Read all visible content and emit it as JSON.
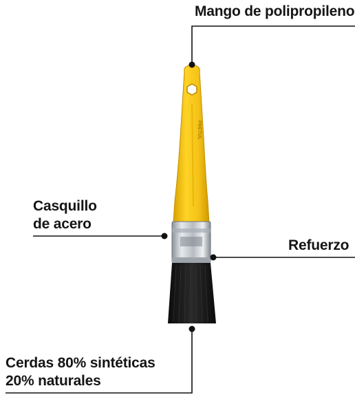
{
  "callouts": {
    "mango": "Mango de polipropileno",
    "casquillo": [
      "Casquillo",
      "de acero"
    ],
    "refuerzo": "Refuerzo",
    "cerdas": [
      "Cerdas 80% sintéticas",
      "20% naturales"
    ]
  },
  "product": {
    "brand_mark": "PRETUL"
  },
  "colors": {
    "handle": "#F5C218",
    "handle_shadow": "#D9A500",
    "ferrule": "#C9CDD2",
    "bristles": "#1A1A1A",
    "leader_line": "#111111"
  }
}
